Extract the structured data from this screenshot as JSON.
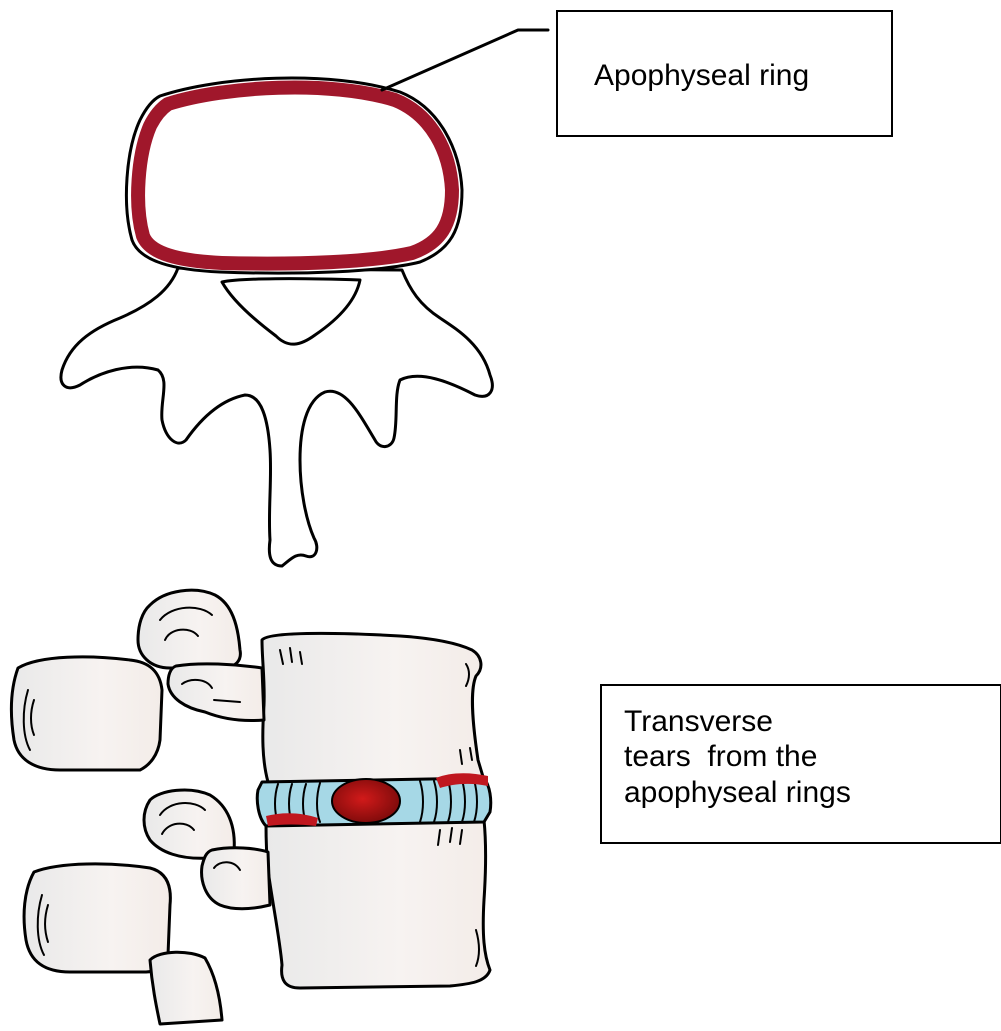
{
  "labels": {
    "ring": "Apophyseal ring",
    "tears": [
      "Transverse",
      "tears  from the",
      "apophyseal rings"
    ]
  },
  "colors": {
    "ring": "#a0172b",
    "tear": "#c0171f",
    "herniation": "#b01010",
    "disc": "#a6d8e6",
    "bone": "#f4f0ee",
    "outline": "#000000"
  },
  "icons": {
    "top_figure": "vertebra-axial-view",
    "bottom_figure": "lumbar-spine-segment-lateral-view"
  }
}
